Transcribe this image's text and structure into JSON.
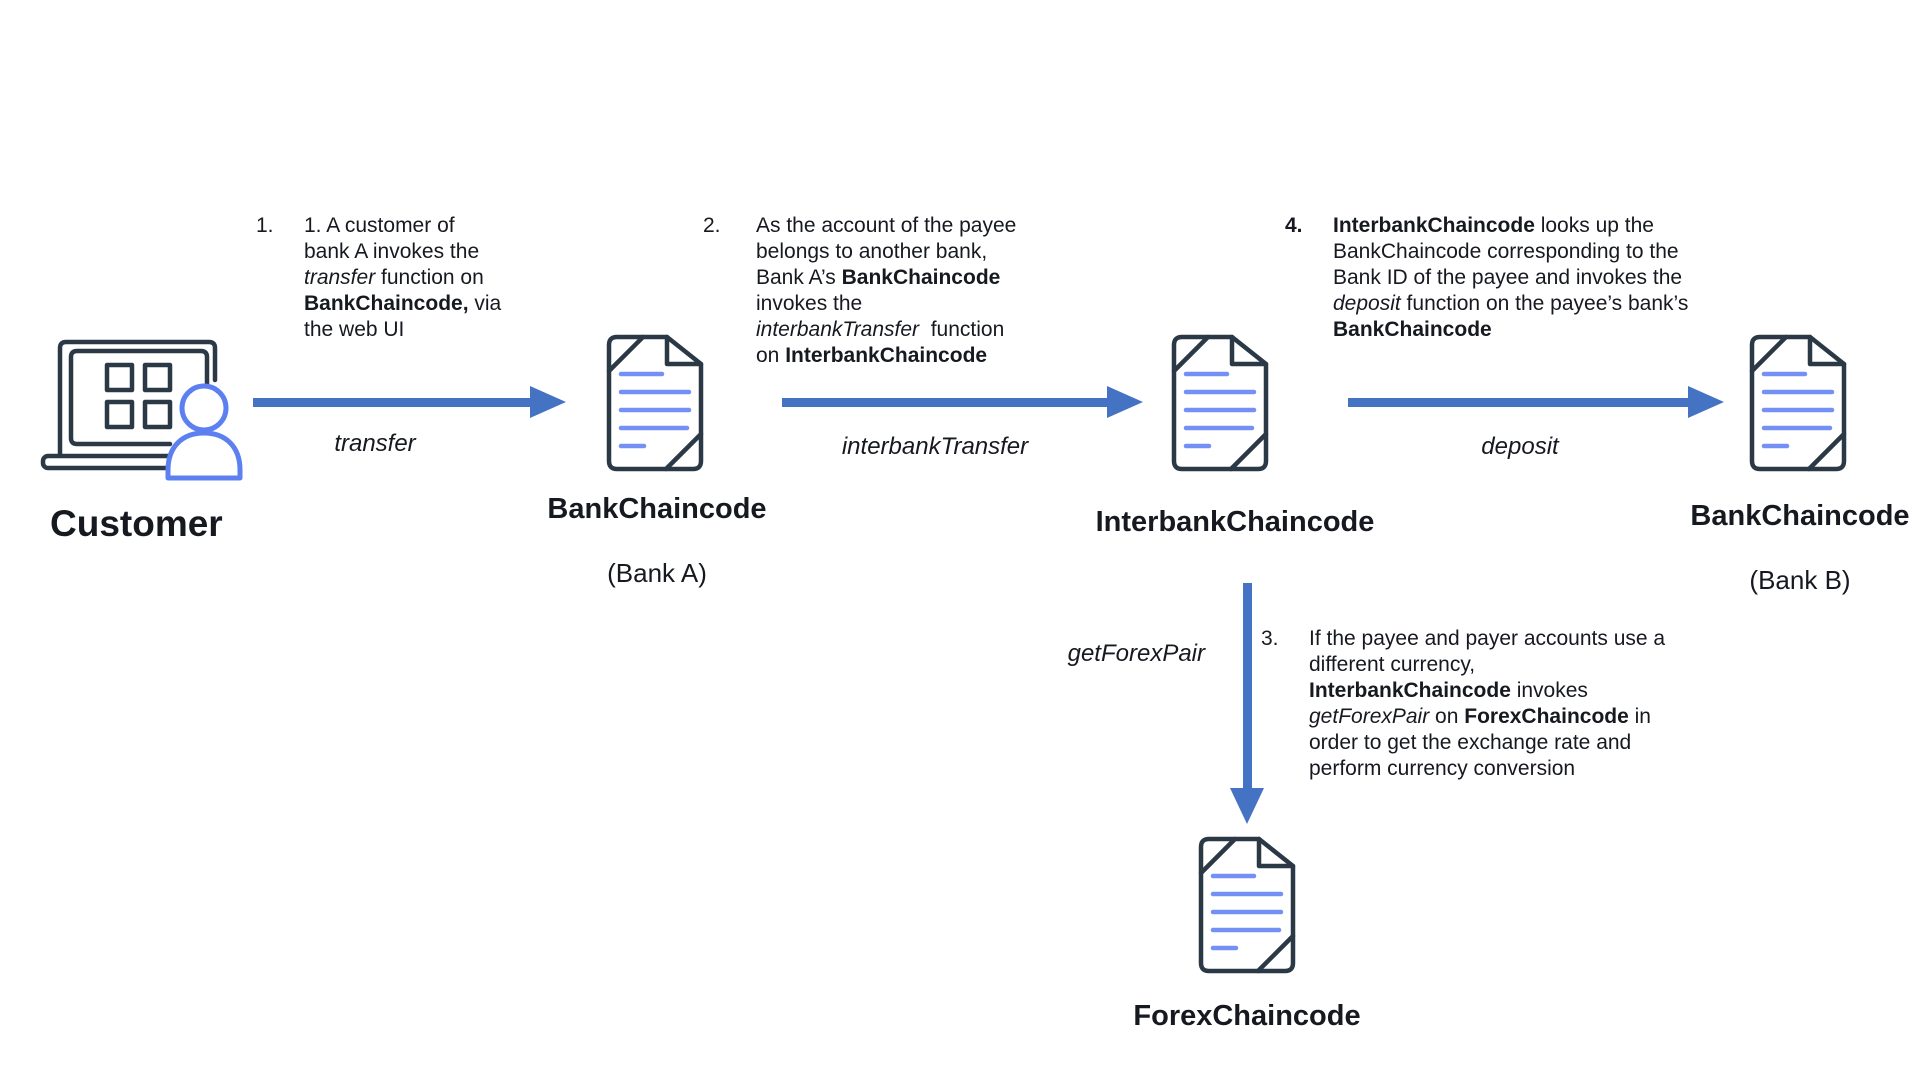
{
  "colors": {
    "arrow": "#4573c4",
    "outline": "#2b3947",
    "person": "#5c80f0",
    "docline": "#7490f4",
    "text": "#16191f"
  },
  "icons": {
    "customer": "laptop-user-icon",
    "chaincode": "document-icon"
  },
  "nodes": {
    "customer": {
      "label": "Customer"
    },
    "bank_a": {
      "label": "BankChaincode",
      "sublabel": "(Bank A)"
    },
    "interbank": {
      "label": "InterbankChaincode"
    },
    "bank_b": {
      "label": "BankChaincode",
      "sublabel": "(Bank B)"
    },
    "forex": {
      "label": "ForexChaincode"
    }
  },
  "arrows": {
    "transfer": {
      "label": "transfer"
    },
    "interbank_transfer": {
      "label": "interbankTransfer"
    },
    "deposit": {
      "label": "deposit"
    },
    "get_forex_pair": {
      "label": "getForexPair"
    }
  },
  "annotations": {
    "a1": {
      "num": "1.",
      "segments": [
        {
          "t": "1. A customer of\nbank A invokes the\n"
        },
        {
          "t": "transfer",
          "i": true
        },
        {
          "t": " function on\n"
        },
        {
          "t": "BankChaincode,",
          "b": true
        },
        {
          "t": " via\nthe web UI"
        }
      ]
    },
    "a2": {
      "num": "2.",
      "segments": [
        {
          "t": "As the account of the payee\nbelongs to another bank,\nBank A’s "
        },
        {
          "t": "BankChaincode",
          "b": true
        },
        {
          "t": "\ninvokes the\n"
        },
        {
          "t": "interbankTransfer",
          "i": true
        },
        {
          "t": "  function\non "
        },
        {
          "t": "InterbankChaincode",
          "b": true
        }
      ]
    },
    "a3": {
      "num": "3.",
      "segments": [
        {
          "t": "If the payee and payer accounts use a\ndifferent currency,\n"
        },
        {
          "t": "InterbankChaincode",
          "b": true
        },
        {
          "t": " invokes\n"
        },
        {
          "t": "getForexPair",
          "i": true
        },
        {
          "t": " on "
        },
        {
          "t": "ForexChaincode",
          "b": true
        },
        {
          "t": " in\norder to get the exchange rate and\nperform currency conversion"
        }
      ]
    },
    "a4": {
      "num": "4.",
      "segments": [
        {
          "t": "InterbankChaincode",
          "b": true
        },
        {
          "t": " looks up the\nBankChaincode corresponding to the\nBank ID of the payee and invokes the\n"
        },
        {
          "t": "deposit",
          "i": true
        },
        {
          "t": " function on the payee’s bank’s\n"
        },
        {
          "t": "BankChaincode",
          "b": true
        }
      ]
    }
  }
}
